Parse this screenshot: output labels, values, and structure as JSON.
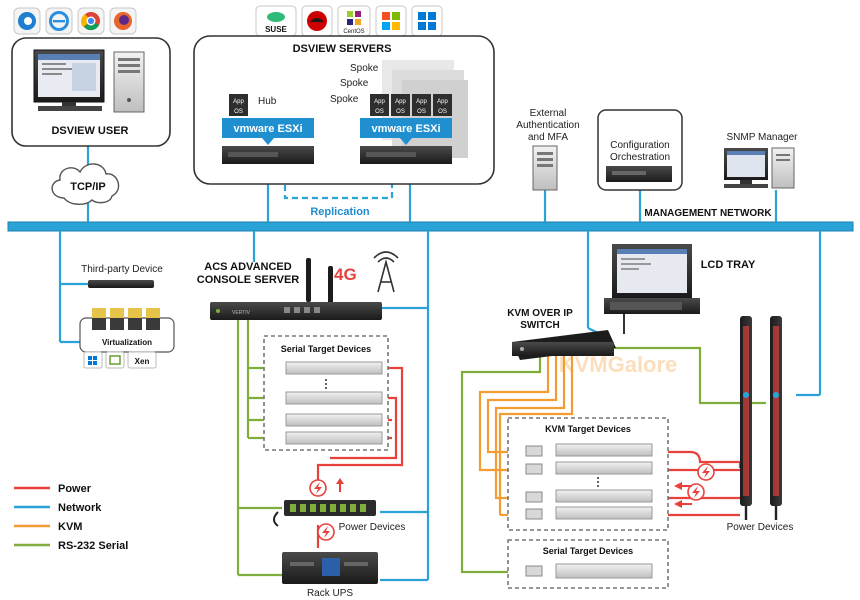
{
  "dsview_user": {
    "title": "DSVIEW USER"
  },
  "tcpip": {
    "label": "TCP/IP"
  },
  "servers": {
    "title": "DSVIEW SERVERS",
    "hub_label": "Hub",
    "spoke_labels": [
      "Spoke",
      "Spoke",
      "Spoke"
    ],
    "esxi_label": "vmware ESXi",
    "app_label": "App",
    "os_label": "OS",
    "replication_label": "Replication",
    "os_logos": [
      "SUSE",
      "CentOS"
    ]
  },
  "external_auth": {
    "label_lines": [
      "External",
      "Authentication",
      "and MFA"
    ]
  },
  "config_orch": {
    "label_lines": [
      "Configuration",
      "Orchestration"
    ]
  },
  "snmp": {
    "label": "SNMP Manager"
  },
  "management_network": {
    "label": "MANAGEMENT NETWORK"
  },
  "third_party": {
    "label": "Third-party Device"
  },
  "virtualization": {
    "label": "Virtualization",
    "xen_label": "Xen"
  },
  "acs": {
    "label_lines": [
      "ACS ADVANCED",
      "CONSOLE SERVER"
    ],
    "badge": "4G",
    "brand": "VERTIV"
  },
  "serial_targets_left": {
    "title": "Serial Target Devices"
  },
  "power_devices_left": {
    "label": "Power Devices"
  },
  "rack_ups": {
    "label": "Rack UPS"
  },
  "lcd_tray": {
    "label": "LCD TRAY"
  },
  "kvm_switch": {
    "label_lines": [
      "KVM OVER IP",
      "SWITCH"
    ],
    "watermark": "KVMGalore"
  },
  "kvm_targets": {
    "title": "KVM Target Devices"
  },
  "serial_targets_right": {
    "title": "Serial Target Devices"
  },
  "power_devices_right": {
    "label": "Power Devices"
  },
  "legend": {
    "items": [
      {
        "label": "Power",
        "color": "#e8413c"
      },
      {
        "label": "Network",
        "color": "#29a3d8"
      },
      {
        "label": "KVM",
        "color": "#f39c33"
      },
      {
        "label": "RS-232 Serial",
        "color": "#7fae3c"
      }
    ]
  },
  "colors": {
    "network": "#29a3d8",
    "power": "#e8413c",
    "kvm": "#f39c33",
    "serial": "#7fae3c"
  }
}
